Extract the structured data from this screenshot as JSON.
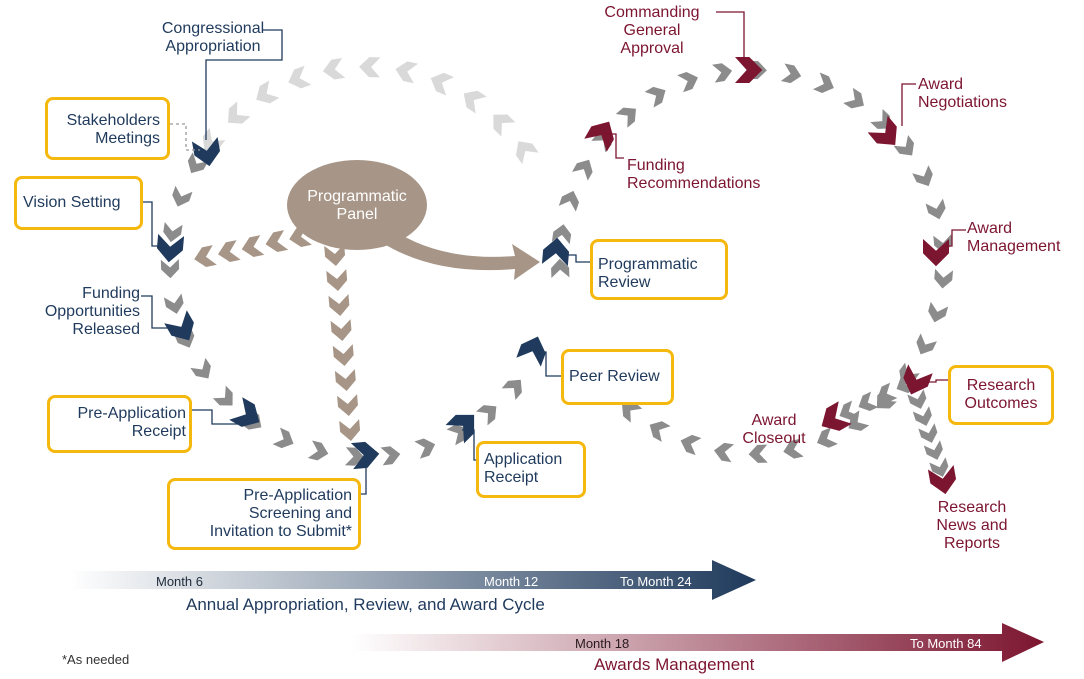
{
  "colors": {
    "navy": "#1f3a5c",
    "maroon": "#7c1530",
    "taupe": "#a79687",
    "gray_chevron": "#8c8c8c",
    "light_chevron": "#d9d9d9",
    "highlight_box": "#f5b80f"
  },
  "panel": {
    "label_line1": "Programmatic",
    "label_line2": "Panel"
  },
  "left_cycle": {
    "congressional": {
      "line1": "Congressional",
      "line2": "Appropriation"
    },
    "stakeholders": {
      "line1": "Stakeholders",
      "line2": "Meetings"
    },
    "vision": {
      "line1": "Vision Setting"
    },
    "funding_opps": {
      "line1": "Funding",
      "line2": "Opportunities",
      "line3": "Released"
    },
    "pre_app_receipt": {
      "line1": "Pre-Application",
      "line2": "Receipt"
    },
    "pre_app_screening": {
      "line1": "Pre-Application",
      "line2": "Screening and",
      "line3": "Invitation to Submit*"
    },
    "app_receipt": {
      "line1": "Application",
      "line2": "Receipt"
    },
    "peer_review": {
      "line1": "Peer Review"
    },
    "prog_review": {
      "line1": "Programmatic",
      "line2": "Review"
    }
  },
  "right_cycle": {
    "funding_recs": {
      "line1": "Funding",
      "line2": "Recommendations"
    },
    "commanding": {
      "line1": "Commanding",
      "line2": "General",
      "line3": "Approval"
    },
    "award_neg": {
      "line1": "Award",
      "line2": "Negotiations"
    },
    "award_mgmt": {
      "line1": "Award",
      "line2": "Management"
    },
    "research_outcomes": {
      "line1": "Research",
      "line2": "Outcomes"
    },
    "award_closeout": {
      "line1": "Award",
      "line2": "Closeout"
    },
    "research_news": {
      "line1": "Research",
      "line2": "News and",
      "line3": "Reports"
    }
  },
  "timeline_1": {
    "month_a": "Month 6",
    "month_b": "Month 12",
    "month_c": "To Month 24",
    "caption": "Annual Appropriation, Review, and Award Cycle"
  },
  "timeline_2": {
    "month_a": "Month 18",
    "month_b": "To Month 84",
    "caption": "Awards Management"
  },
  "footnote": "*As needed"
}
